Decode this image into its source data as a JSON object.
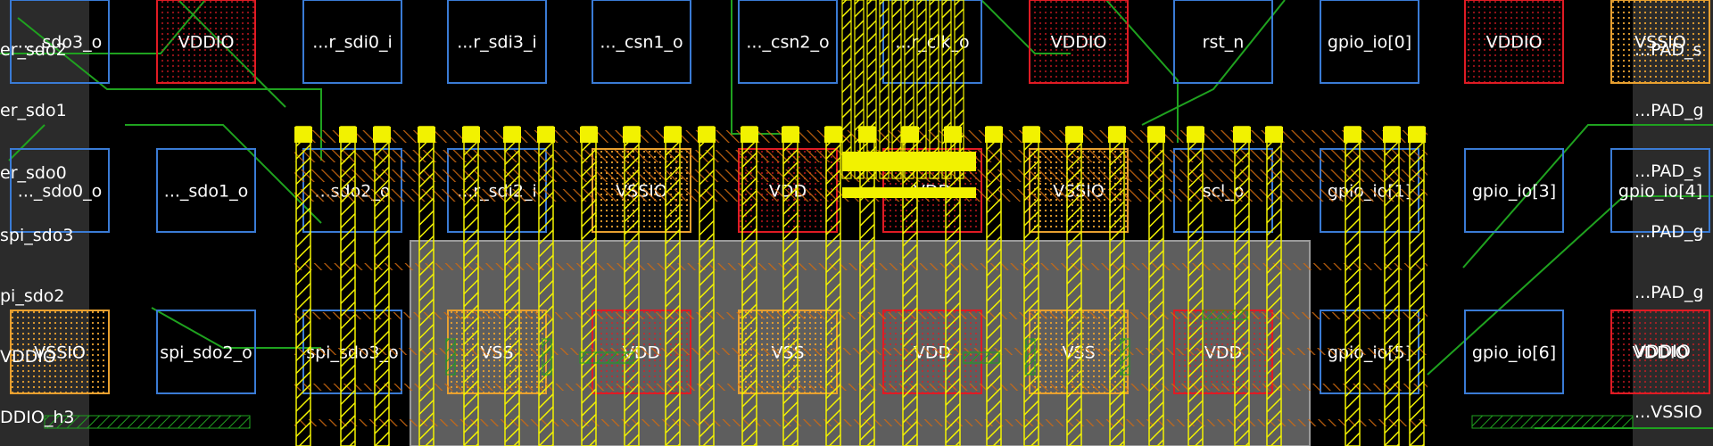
{
  "theme": {
    "background": "#000000",
    "pad_blue": "#3a7bd5",
    "pad_red": "#e01b24",
    "pad_orange": "#e8a030",
    "metal_yellow": "#f2f200",
    "metal_orange": "#d06a10",
    "route_green": "#1fa21f",
    "core_gray": "#6e6e6e"
  },
  "rows": {
    "top": [
      {
        "label": "..._sdo3_o",
        "color": "blue"
      },
      {
        "label": "VDDIO",
        "color": "red"
      },
      {
        "label": "...r_sdi0_i",
        "color": "blue"
      },
      {
        "label": "...r_sdi3_i",
        "color": "blue"
      },
      {
        "label": "..._csn1_o",
        "color": "blue"
      },
      {
        "label": "..._csn2_o",
        "color": "blue"
      },
      {
        "label": "...r_clk_o",
        "color": "blue"
      },
      {
        "label": "VDDIO",
        "color": "red"
      },
      {
        "label": "rst_n",
        "color": "blue"
      },
      {
        "label": "gpio_io[0]",
        "color": "blue"
      },
      {
        "label": "VDDIO",
        "color": "red"
      },
      {
        "label": "VSSIO",
        "color": "orange"
      }
    ],
    "middle": [
      {
        "label": "..._sdo0_o",
        "color": "blue"
      },
      {
        "label": "..._sdo1_o",
        "color": "blue"
      },
      {
        "label": "...sdo2_o",
        "color": "blue"
      },
      {
        "label": "...r_sdi2_i",
        "color": "blue"
      },
      {
        "label": "VSSIO",
        "color": "orange"
      },
      {
        "label": "VDD",
        "color": "red"
      },
      {
        "label": "VDD",
        "color": "red"
      },
      {
        "label": "VSSIO",
        "color": "orange"
      },
      {
        "label": "scl_o",
        "color": "blue"
      },
      {
        "label": "gpio_io[1]",
        "color": "blue"
      },
      {
        "label": "gpio_io[3]",
        "color": "blue"
      },
      {
        "label": "gpio_io[4]",
        "color": "blue"
      }
    ],
    "bottom": [
      {
        "label": "VSSIO",
        "color": "orange"
      },
      {
        "label": "spi_sdo2_o",
        "color": "blue"
      },
      {
        "label": "spi_sdo3_o",
        "color": "blue"
      },
      {
        "label": "VSS",
        "color": "orange"
      },
      {
        "label": "VDD",
        "color": "red"
      },
      {
        "label": "VSS",
        "color": "orange"
      },
      {
        "label": "VDD",
        "color": "red"
      },
      {
        "label": "VSS",
        "color": "orange"
      },
      {
        "label": "VDD",
        "color": "red"
      },
      {
        "label": "gpio_io[5]",
        "color": "blue"
      },
      {
        "label": "gpio_io[6]",
        "color": "blue"
      },
      {
        "label": "VDDIO",
        "color": "red"
      }
    ]
  },
  "left_edge_labels": [
    "er_sdo2",
    "er_sdo1",
    "er_sdo0",
    "spi_sdo3",
    "pi_sdo2",
    "VDDIO",
    "DDIO_h3"
  ],
  "right_edge_labels": [
    "...PAD_s",
    "...PAD_g",
    "...PAD_s",
    "...PAD_g",
    "...PAD_g",
    "VDDIO",
    "...VSSIO"
  ]
}
